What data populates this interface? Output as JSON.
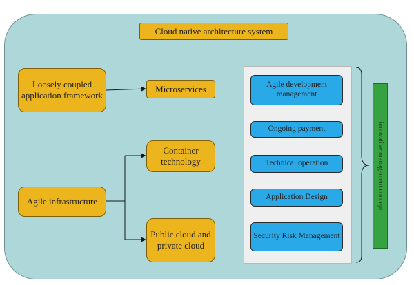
{
  "title": "Cloud native architecture system",
  "left_items": {
    "loosely_coupled": "Loosely coupled application framework",
    "agile_infrastructure": "Agile infrastructure"
  },
  "middle_items": {
    "microservices": "Microservices",
    "container_technology": "Container technology",
    "public_private_cloud": "Public cloud and private cloud"
  },
  "right_items": [
    "Agile development management",
    "Ongoing payment",
    "Technical operation",
    "Application Design",
    "Security Risk Management"
  ],
  "concept_label": "innovative management concept",
  "colors": {
    "background_panel": "#aed7da",
    "orange_box": "#ecb51e",
    "blue_box": "#29a9e8",
    "green_bar": "#36a241"
  }
}
